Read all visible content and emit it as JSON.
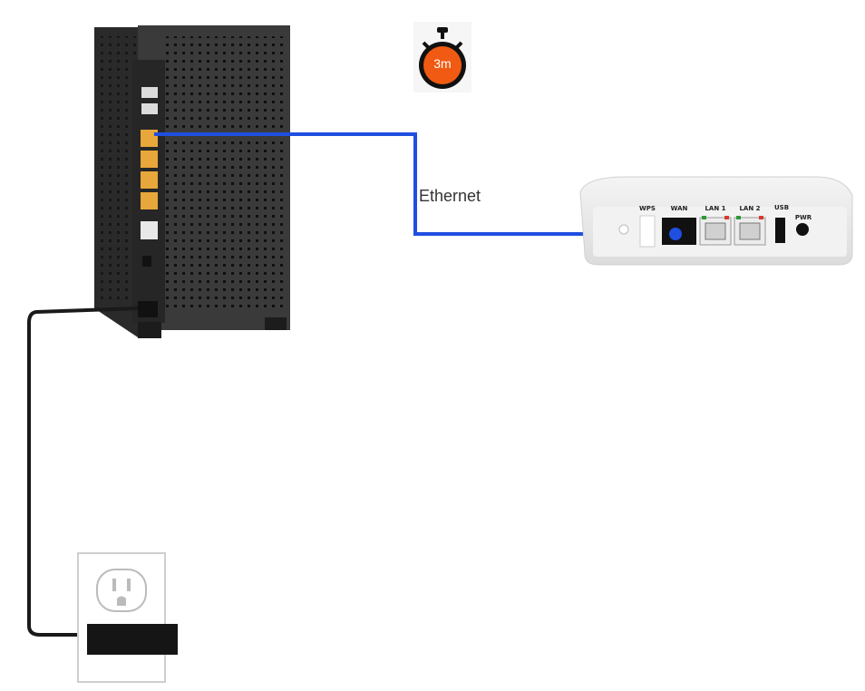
{
  "diagram": {
    "timer": {
      "text": "3m",
      "icon": "stopwatch-icon",
      "color": "#f05a12"
    },
    "cable_label": "Ethernet",
    "cable_color": "#1f4fe0",
    "extender_ports": {
      "wps": "WPS",
      "wan": "WAN",
      "lan1": "LAN 1",
      "lan2": "LAN 2",
      "usb": "USB",
      "pwr": "PWR"
    }
  }
}
